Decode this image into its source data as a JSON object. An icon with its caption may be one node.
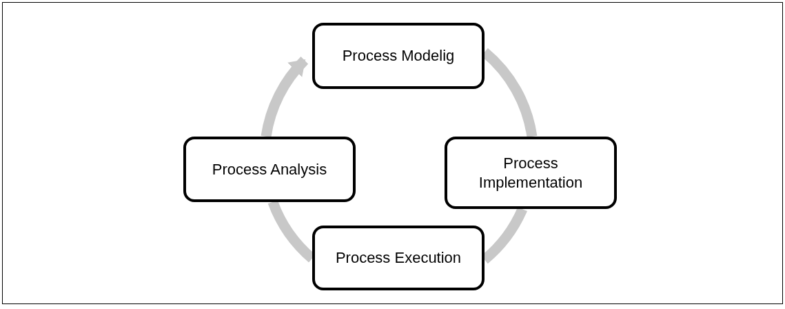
{
  "diagram": {
    "nodes": [
      {
        "text": [
          "Process Modelig"
        ]
      },
      {
        "text": [
          "Process Implementation"
        ]
      },
      {
        "text": [
          "Process Execution"
        ]
      },
      {
        "text": [
          "Process Analysis"
        ]
      }
    ],
    "edges": [
      {
        "from": 0,
        "to": 1,
        "arrow": "none"
      },
      {
        "from": 1,
        "to": 2,
        "arrow": "none"
      },
      {
        "from": 2,
        "to": 3,
        "arrow": "none"
      },
      {
        "from": 3,
        "to": 0,
        "arrow": "to"
      }
    ]
  }
}
